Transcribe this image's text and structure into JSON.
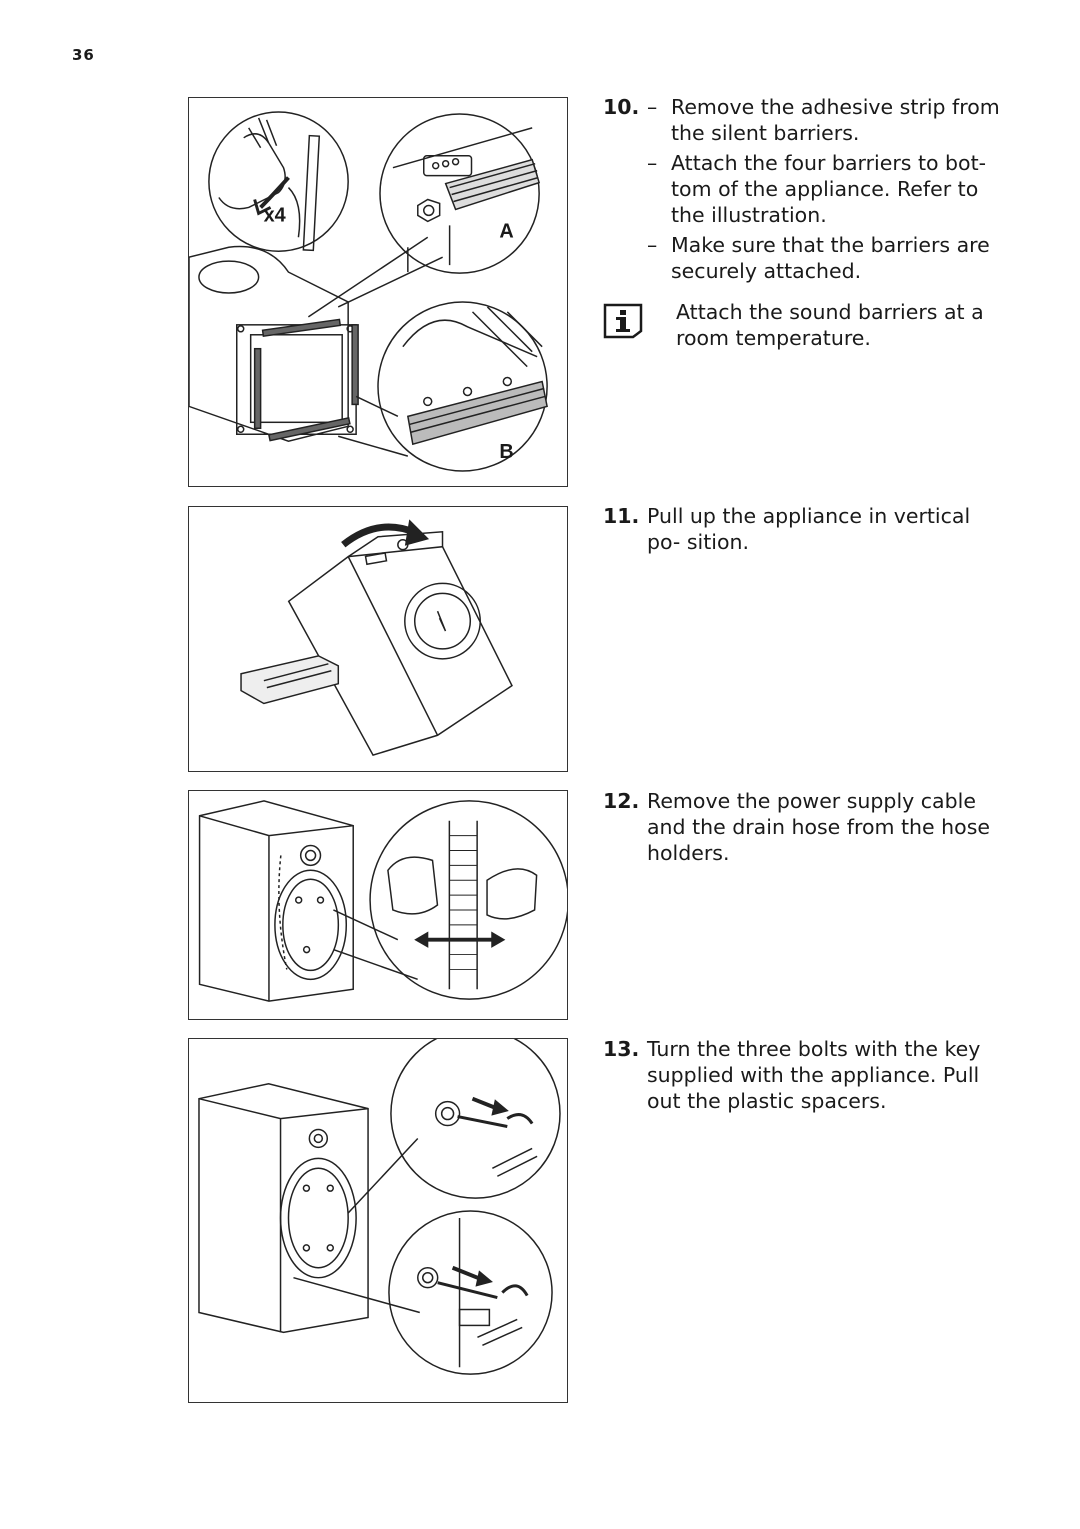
{
  "page": {
    "number": "36"
  },
  "figures": {
    "fig1": {
      "multiplier": "x4",
      "callout_a": "A",
      "callout_b": "B"
    }
  },
  "steps": [
    {
      "number": "10.",
      "bullets": [
        "Remove the adhesive strip from the silent barriers.",
        "Attach the four barriers to bot- tom of the appliance. Refer to the illustration.",
        "Make sure that the barriers are securely attached."
      ],
      "bullet_dash": "–",
      "info_icon": "info-icon",
      "info_text": "Attach the sound barriers at a room temperature."
    },
    {
      "number": "11.",
      "text": "Pull up the appliance in vertical po- sition."
    },
    {
      "number": "12.",
      "text": "Remove the power supply cable and the drain hose from the hose holders."
    },
    {
      "number": "13.",
      "text": "Turn the three bolts with the key supplied with the appliance. Pull out the plastic spacers."
    }
  ]
}
